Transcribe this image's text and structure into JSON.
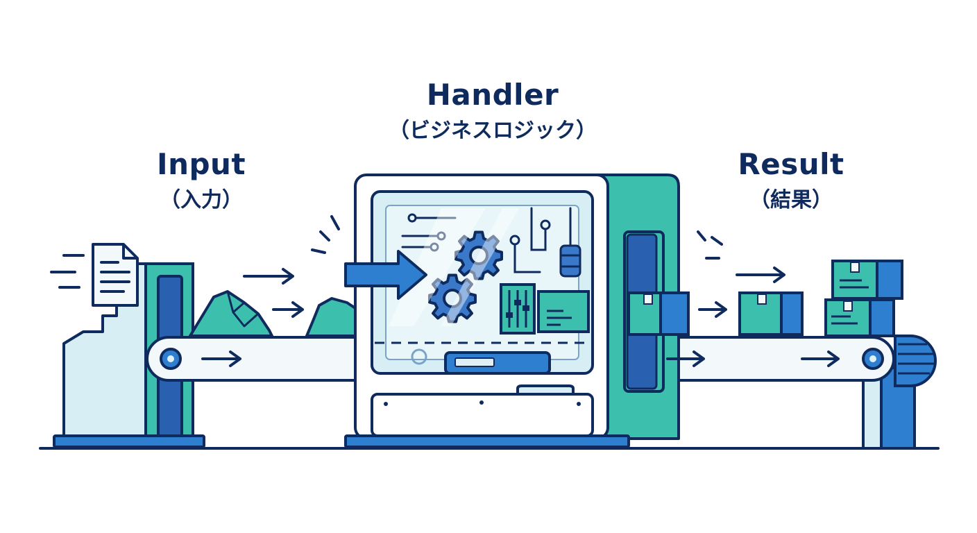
{
  "labels": {
    "input": {
      "title": "Input",
      "subtitle": "（入力）"
    },
    "handler": {
      "title": "Handler",
      "subtitle": "（ビジネスロジック）"
    },
    "result": {
      "title": "Result",
      "subtitle": "（結果）"
    }
  },
  "colors": {
    "outline": "#0f2a5c",
    "teal": "#3dbfae",
    "blue": "#2f7fd1",
    "light": "#dff1f7",
    "paper": "#f3f8fb"
  },
  "icons": [
    "document-icon",
    "gear-icon",
    "arrow-right-icon",
    "box-icon",
    "slider-icon"
  ]
}
